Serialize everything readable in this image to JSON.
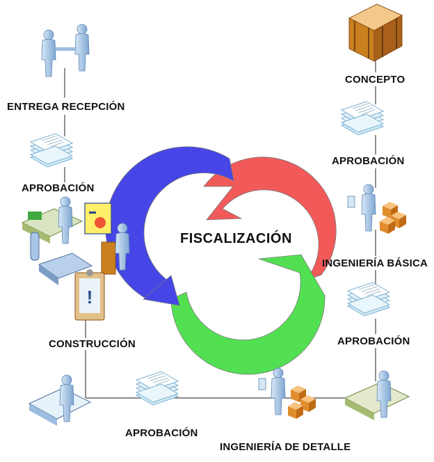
{
  "center": {
    "title": "FISCALIZACIÓN"
  },
  "colors": {
    "arrow_red": "#f25a5a",
    "arrow_green": "#52e052",
    "arrow_blue": "#4646e6",
    "person_blue": "#a9c6e6",
    "paper_blue": "#bfe0ef",
    "crate_orange": "#d8984a",
    "line": "#444444"
  },
  "stages": {
    "concepto": "CONCEPTO",
    "aprobacion_1": "APROBACIÓN",
    "ingenieria_basica": "INGENIERÍA BÁSICA",
    "aprobacion_2": "APROBACIÓN",
    "ingenieria_detalle": "INGENIERÍA DE DETALLE",
    "aprobacion_3": "APROBACIÓN",
    "construccion": "CONSTRUCCIÓN",
    "aprobacion_4": "APROBACIÓN",
    "entrega_recepcion": "ENTREGA RECEPCIÓN"
  },
  "icons": {
    "crate": "crate-icon",
    "documents": "document-stack-icon",
    "handshake": "handshake-people-icon",
    "engineer_boxes": "engineer-with-boxes-icon",
    "desk_worker": "desk-worker-icon",
    "presenter": "presenter-at-podium-icon",
    "phone": "telephone-icon",
    "alert_clipboard": "alert-clipboard-icon"
  }
}
